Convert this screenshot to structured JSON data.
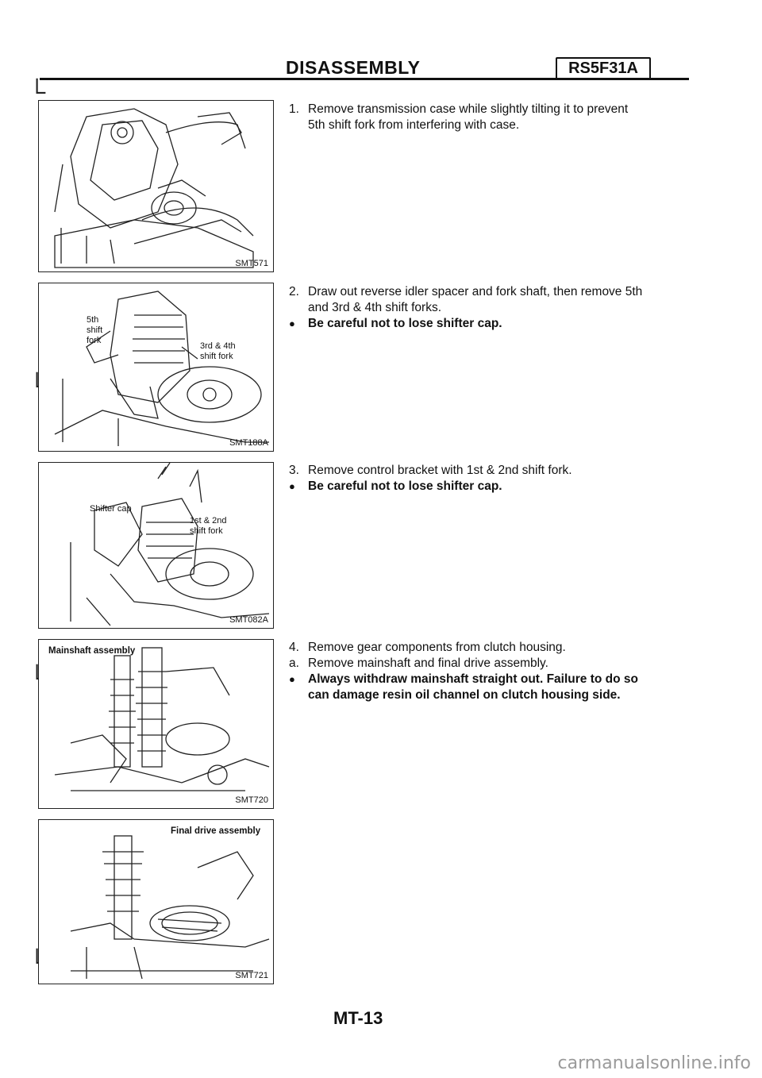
{
  "header": {
    "title": "DISASSEMBLY",
    "model": "RS5F31A"
  },
  "figures": [
    {
      "code": "SMT571",
      "labels": []
    },
    {
      "code": "SMT188A",
      "labels": [
        "5th",
        "shift",
        "fork",
        "3rd & 4th",
        "shift fork"
      ]
    },
    {
      "code": "SMT082A",
      "labels": [
        "Shifter cap",
        "1st & 2nd",
        "shift fork"
      ]
    },
    {
      "code": "SMT720",
      "labels": [
        "Mainshaft assembly"
      ]
    },
    {
      "code": "SMT721",
      "labels": [
        "Final drive assembly"
      ]
    }
  ],
  "steps": [
    {
      "number": "1.",
      "lines": [
        "Remove transmission case while slightly tilting it to prevent",
        "5th shift fork from interfering with case."
      ]
    },
    {
      "number": "2.",
      "lines": [
        "Draw out reverse idler spacer and fork shaft, then remove 5th",
        "and 3rd & 4th shift forks."
      ],
      "bullets": [
        "Be careful not to lose shifter cap."
      ]
    },
    {
      "number": "3.",
      "lines": [
        "Remove control bracket with 1st & 2nd shift fork."
      ],
      "bullets": [
        "Be careful not to lose shifter cap."
      ]
    },
    {
      "number": "4.",
      "lines": [
        "Remove gear components from clutch housing."
      ],
      "sub_letter": "a.",
      "sub_line": "Remove mainshaft and final drive assembly.",
      "bullets": [
        "Always withdraw mainshaft straight out. Failure to do so",
        "can damage resin oil channel on clutch housing side."
      ]
    }
  ],
  "bullet_glyph": "●",
  "page_number": "MT-13",
  "watermark": "carmanualsonline.info"
}
